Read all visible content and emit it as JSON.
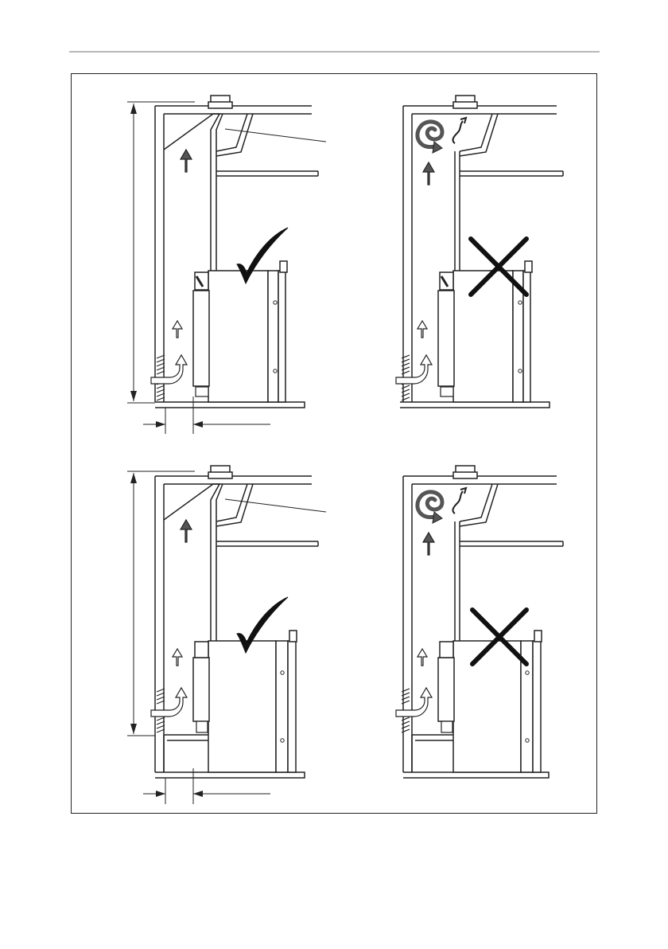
{
  "page": {
    "header_rule": true
  },
  "panels": [
    {
      "id": "top-left",
      "verdict": "correct",
      "mount": "floor",
      "has_dimensions": true,
      "flue_airflow": "straight"
    },
    {
      "id": "top-right",
      "verdict": "incorrect",
      "mount": "floor",
      "has_dimensions": false,
      "flue_airflow": "turbulent"
    },
    {
      "id": "bottom-left",
      "verdict": "correct",
      "mount": "pedestal",
      "has_dimensions": true,
      "flue_airflow": "straight"
    },
    {
      "id": "bottom-right",
      "verdict": "incorrect",
      "mount": "pedestal",
      "has_dimensions": false,
      "flue_airflow": "turbulent"
    }
  ],
  "icons": {
    "correct": "check-mark-icon",
    "incorrect": "cross-mark-icon",
    "airflow": "up-arrow-icon",
    "turbulence": "swirl-icon",
    "inlet": "curved-arrow-icon"
  },
  "colors": {
    "line": "#222222",
    "arrow_dark": "#555555",
    "arrow_light": "#ffffff",
    "frame": "#222222",
    "rule": "#b8b8b8"
  }
}
